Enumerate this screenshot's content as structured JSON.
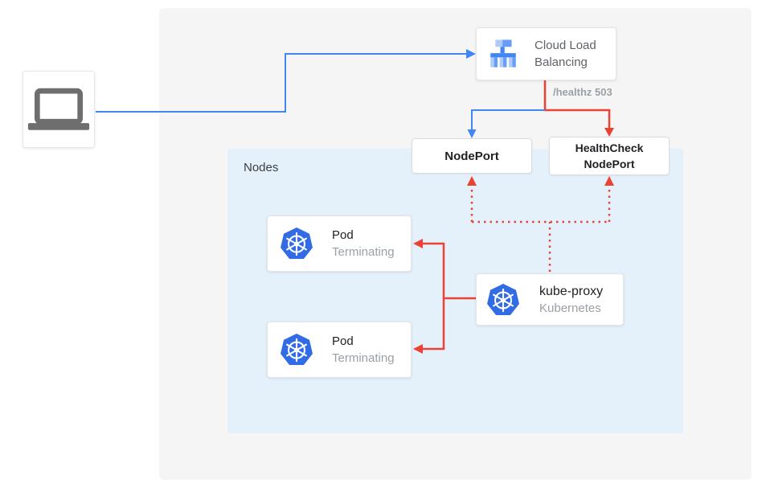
{
  "colors": {
    "traffic_blue": "#4285f4",
    "health_red": "#ea4335",
    "kubernetes_blue": "#326ce5",
    "nodes_panel_bg": "#e4f1fb",
    "outer_panel_bg": "#f5f5f5"
  },
  "diagram": {
    "nodes_panel": {
      "label": "Nodes"
    },
    "client": {
      "icon": "laptop-icon"
    },
    "cloud_load_balancing": {
      "title": "Cloud Load Balancing",
      "icon": "cloud-load-balancing-icon"
    },
    "healthz_label": "/healthz 503",
    "nodeport": {
      "label": "NodePort"
    },
    "healthcheck_nodeport": {
      "label": "HealthCheck NodePort"
    },
    "pods": [
      {
        "title": "Pod",
        "subtitle": "Terminating",
        "icon": "kubernetes-icon"
      },
      {
        "title": "Pod",
        "subtitle": "Terminating",
        "icon": "kubernetes-icon"
      }
    ],
    "kube_proxy": {
      "title": "kube-proxy",
      "subtitle": "Kubernetes",
      "icon": "kubernetes-icon"
    }
  }
}
